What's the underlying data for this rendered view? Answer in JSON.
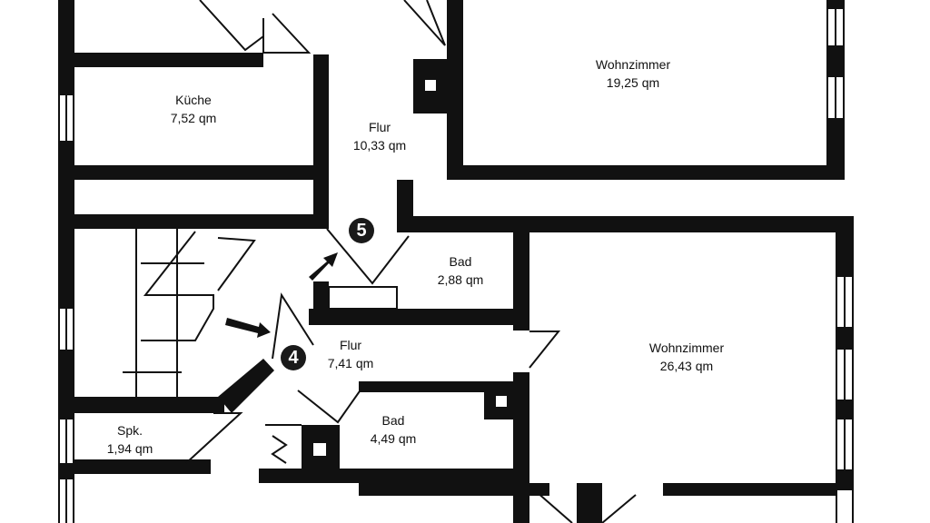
{
  "rooms": [
    {
      "name": "Küche",
      "area": "7,52 qm"
    },
    {
      "name": "Flur",
      "area": "10,33 qm"
    },
    {
      "name": "Wohnzimmer",
      "area": "19,25 qm"
    },
    {
      "name": "Bad",
      "area": "2,88 qm"
    },
    {
      "name": "Flur",
      "area": "7,41 qm"
    },
    {
      "name": "Wohnzimmer",
      "area": "26,43 qm"
    },
    {
      "name": "Bad",
      "area": "4,49 qm"
    },
    {
      "name": "Spk.",
      "area": "1,94 qm"
    }
  ],
  "markers": [
    "5",
    "4"
  ]
}
